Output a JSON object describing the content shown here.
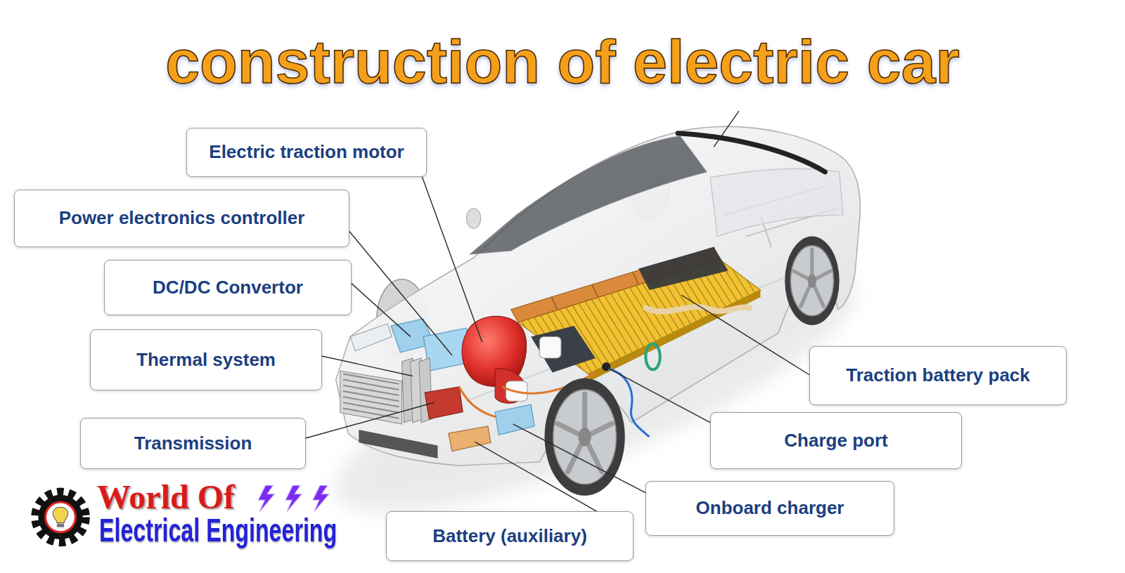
{
  "diagram": {
    "title": "construction of electric car",
    "nodes": [
      {
        "text": [
          "Electric traction motor"
        ]
      },
      {
        "text": [
          "Power electronics controller"
        ]
      },
      {
        "text": [
          "DC/DC Convertor"
        ]
      },
      {
        "text": [
          "Thermal system"
        ]
      },
      {
        "text": [
          "Transmission"
        ]
      },
      {
        "text": [
          "Traction battery pack"
        ]
      },
      {
        "text": [
          "Charge port"
        ]
      },
      {
        "text": [
          "Onboard charger"
        ]
      },
      {
        "text": [
          "Battery (auxiliary)"
        ]
      }
    ],
    "labels": [
      "World Of",
      "Electrical Engineering"
    ]
  }
}
